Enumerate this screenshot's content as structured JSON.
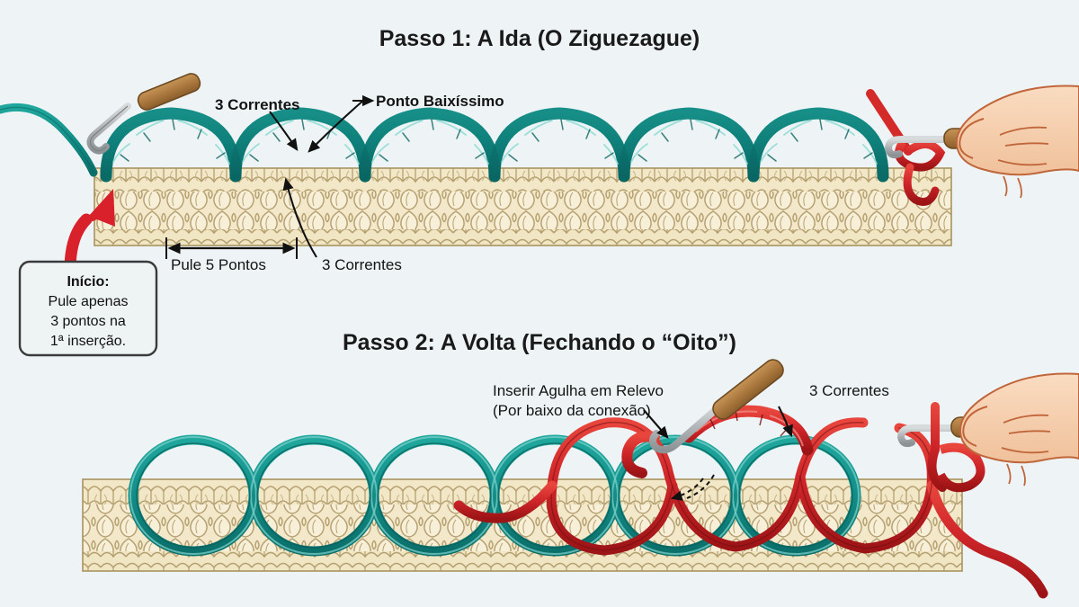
{
  "page": {
    "background_color": "#eef4f6",
    "language": "pt-BR",
    "kind": "crochet-tutorial-diagram"
  },
  "palette": {
    "teal_yarn": "#16938c",
    "teal_yarn_dark": "#0d6f6a",
    "red_yarn": "#d42a2a",
    "red_yarn_dark": "#a01818",
    "base_fabric": "#f2e7c6",
    "base_fabric_outline": "#b5a071",
    "hook_wood": "#b08046",
    "hook_metal": "#b9bcbd",
    "skin": "#f6cfae",
    "text": "#131313",
    "arrow": "#111111",
    "callout_border": "#3a3a3a",
    "callout_fill": "#eef3f4"
  },
  "panel1": {
    "title": "Passo 1: A Ida (O Ziguezague)",
    "labels": {
      "chains_top": "3 Correntes",
      "slip_stitch": "Ponto Baixíssimo",
      "skip_span": "Pule 5 Pontos",
      "chains_bottom": "3 Correntes"
    },
    "callout": {
      "heading": "Início:",
      "line1": "Pule apenas",
      "line2": "3 pontos na",
      "line3": "1ª inserção."
    },
    "arches": 6,
    "hook_left": "crochet-hook",
    "hook_right": "crochet-hook-in-hand"
  },
  "panel2": {
    "title": "Passo 2: A Volta (Fechando o “Oito”)",
    "labels": {
      "insert_hook_line1": "Inserir Agulha em Relevo",
      "insert_hook_line2": "(Por baixo da conexão)",
      "chains": "3 Correntes"
    },
    "teal_rings": 6,
    "red_waves": 3,
    "hook_left": "crochet-hook-in-hand",
    "hook_right": "crochet-hook-in-hand"
  },
  "icons": {
    "arrow_pointer": "arrow-icon",
    "curved_arrow": "curved-arrow-icon",
    "hook": "crochet-hook-icon",
    "hand": "hand-icon"
  }
}
